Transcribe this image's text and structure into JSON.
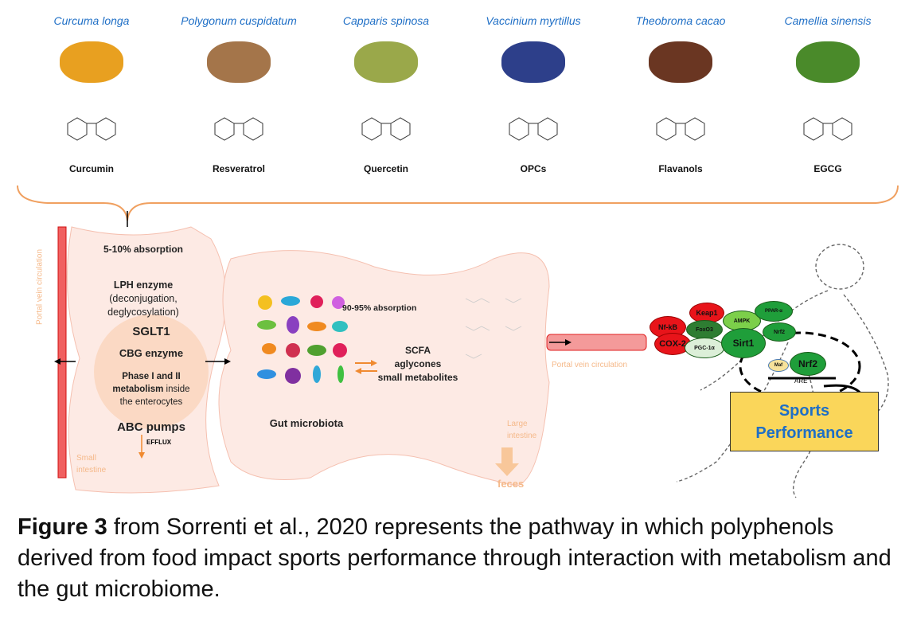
{
  "sources": [
    {
      "species": "Curcuma longa",
      "compound": "Curcumin",
      "color": "#e8a020"
    },
    {
      "species": "Polygonum cuspidatum",
      "compound": "Resveratrol",
      "color": "#a4754a"
    },
    {
      "species": "Capparis spinosa",
      "compound": "Quercetin",
      "color": "#9aa84a"
    },
    {
      "species": "Vaccinium myrtillus",
      "compound": "OPCs",
      "color": "#2d3f8a"
    },
    {
      "species": "Theobroma cacao",
      "compound": "Flavanols",
      "color": "#6a3622"
    },
    {
      "species": "Camellia sinensis",
      "compound": "EGCG",
      "color": "#4a8a2a"
    }
  ],
  "small_intestine": {
    "absorption": "5-10% absorption",
    "lph": "LPH enzyme",
    "lph_detail_1": "(deconjugation,",
    "lph_detail_2": "deglycosylation)",
    "sglt1": "SGLT1",
    "cbg": "CBG enzyme",
    "phase_1": "Phase I and II",
    "phase_2_bold": "metabolism",
    "phase_2_rest": " inside",
    "phase_3": "the enterocytes",
    "abc": "ABC pumps",
    "efflux": "EFFLUX",
    "label_1": "Small",
    "label_2": "intestine",
    "portal_vein": "Portal vein circulation"
  },
  "large_intestine": {
    "absorption": "90-95% absorption",
    "microbiota": "Gut microbiota",
    "scfa": "SCFA",
    "aglycones": "aglycones",
    "small_metabolites": "small metabolites",
    "label_1": "Large",
    "label_2": "intestine",
    "feces": "feces",
    "portal_vein": "Portal vein circulation"
  },
  "proteins": {
    "keap1": "Keap1",
    "nfkb": "Nf-kB",
    "cox2": "COX-2",
    "foxo3": "FoxO3",
    "pgc1a": "PGC-1α",
    "ampk": "AMPK",
    "ppara": "PPAR-α",
    "nrf2_small": "Nrf2",
    "sirt1": "Sirt1",
    "maf": "Maf",
    "nrf2": "Nrf2",
    "are": "ARE"
  },
  "outcome": {
    "line1": "Sports",
    "line2": "Performance"
  },
  "caption": {
    "bold": "Figure 3",
    "text": " from Sorrenti et al., 2020 represents the pathway in which polyphenols derived from food impact sports performance through interaction with metabolism and the gut microbiome."
  },
  "colors": {
    "red": "#e8141a",
    "green": "#1f9e3a",
    "accent_blue": "#1f6fc6",
    "peach": "#fbe3d6",
    "orange": "#f08a30",
    "yellow": "#fad65a"
  }
}
